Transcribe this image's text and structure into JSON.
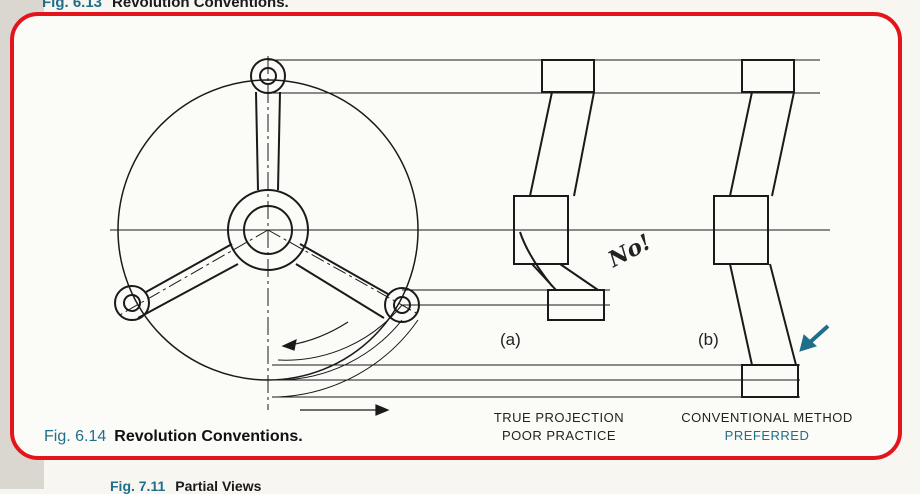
{
  "header_caption": {
    "number": "Fig. 6.13",
    "title": "Revolution Conventions."
  },
  "footer_caption": {
    "number": "Fig. 7.11",
    "title": "Partial Views"
  },
  "figure": {
    "number": "Fig. 6.14",
    "title": "Revolution Conventions.",
    "view_a_label": "(a)",
    "view_b_label": "(b)",
    "annotation": "No!",
    "caption_a_line1": "TRUE PROJECTION",
    "caption_a_line2": "POOR PRACTICE",
    "caption_b_line1": "CONVENTIONAL METHOD",
    "caption_b_line2": "PREFERRED"
  },
  "colors": {
    "frame": "#e3141b",
    "accent": "#1f6f8b",
    "ink": "#1a1a1a"
  },
  "icons": {
    "arrow": "arrow-pointer-icon"
  }
}
